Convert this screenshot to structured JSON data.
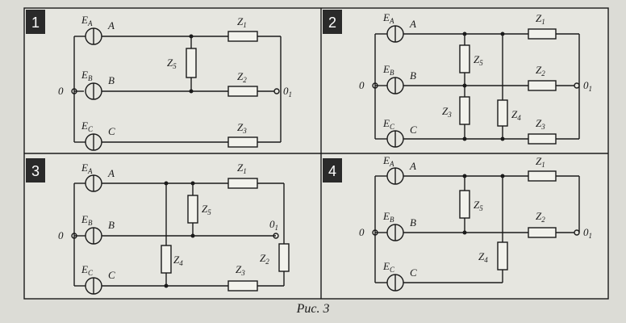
{
  "caption": "Рис. 3",
  "colors": {
    "background": "#dcdcd6",
    "line": "#1a1a1a",
    "badge": "#2a2a2a"
  },
  "panels": [
    {
      "number": "1",
      "sources": [
        {
          "name": "E",
          "sub": "A",
          "terminal": "A"
        },
        {
          "name": "E",
          "sub": "B",
          "terminal": "B"
        },
        {
          "name": "E",
          "sub": "C",
          "terminal": "C"
        }
      ],
      "neutral": "0",
      "load_neutral": {
        "name": "0",
        "sub": "1"
      },
      "impedances": [
        {
          "name": "Z",
          "sub": "1"
        },
        {
          "name": "Z",
          "sub": "2"
        },
        {
          "name": "Z",
          "sub": "3"
        },
        {
          "name": "Z",
          "sub": "5"
        }
      ]
    },
    {
      "number": "2",
      "sources": [
        {
          "name": "E",
          "sub": "A",
          "terminal": "A"
        },
        {
          "name": "E",
          "sub": "B",
          "terminal": "B"
        },
        {
          "name": "E",
          "sub": "C",
          "terminal": "C"
        }
      ],
      "neutral": "0",
      "load_neutral": {
        "name": "0",
        "sub": "1"
      },
      "impedances": [
        {
          "name": "Z",
          "sub": "1"
        },
        {
          "name": "Z",
          "sub": "2"
        },
        {
          "name": "Z",
          "sub": "3"
        },
        {
          "name": "Z",
          "sub": "5"
        },
        {
          "name": "Z",
          "sub": "3"
        },
        {
          "name": "Z",
          "sub": "4"
        }
      ]
    },
    {
      "number": "3",
      "sources": [
        {
          "name": "E",
          "sub": "A",
          "terminal": "A"
        },
        {
          "name": "E",
          "sub": "B",
          "terminal": "B"
        },
        {
          "name": "E",
          "sub": "C",
          "terminal": "C"
        }
      ],
      "neutral": "0",
      "load_neutral": {
        "name": "0",
        "sub": "1"
      },
      "impedances": [
        {
          "name": "Z",
          "sub": "1"
        },
        {
          "name": "Z",
          "sub": "5"
        },
        {
          "name": "Z",
          "sub": "4"
        },
        {
          "name": "Z",
          "sub": "3"
        },
        {
          "name": "Z",
          "sub": "2"
        }
      ]
    },
    {
      "number": "4",
      "sources": [
        {
          "name": "E",
          "sub": "A",
          "terminal": "A"
        },
        {
          "name": "E",
          "sub": "B",
          "terminal": "B"
        },
        {
          "name": "E",
          "sub": "C",
          "terminal": "C"
        }
      ],
      "neutral": "0",
      "load_neutral": {
        "name": "0",
        "sub": "1"
      },
      "impedances": [
        {
          "name": "Z",
          "sub": "1"
        },
        {
          "name": "Z",
          "sub": "2"
        },
        {
          "name": "Z",
          "sub": "5"
        },
        {
          "name": "Z",
          "sub": "4"
        }
      ]
    }
  ]
}
